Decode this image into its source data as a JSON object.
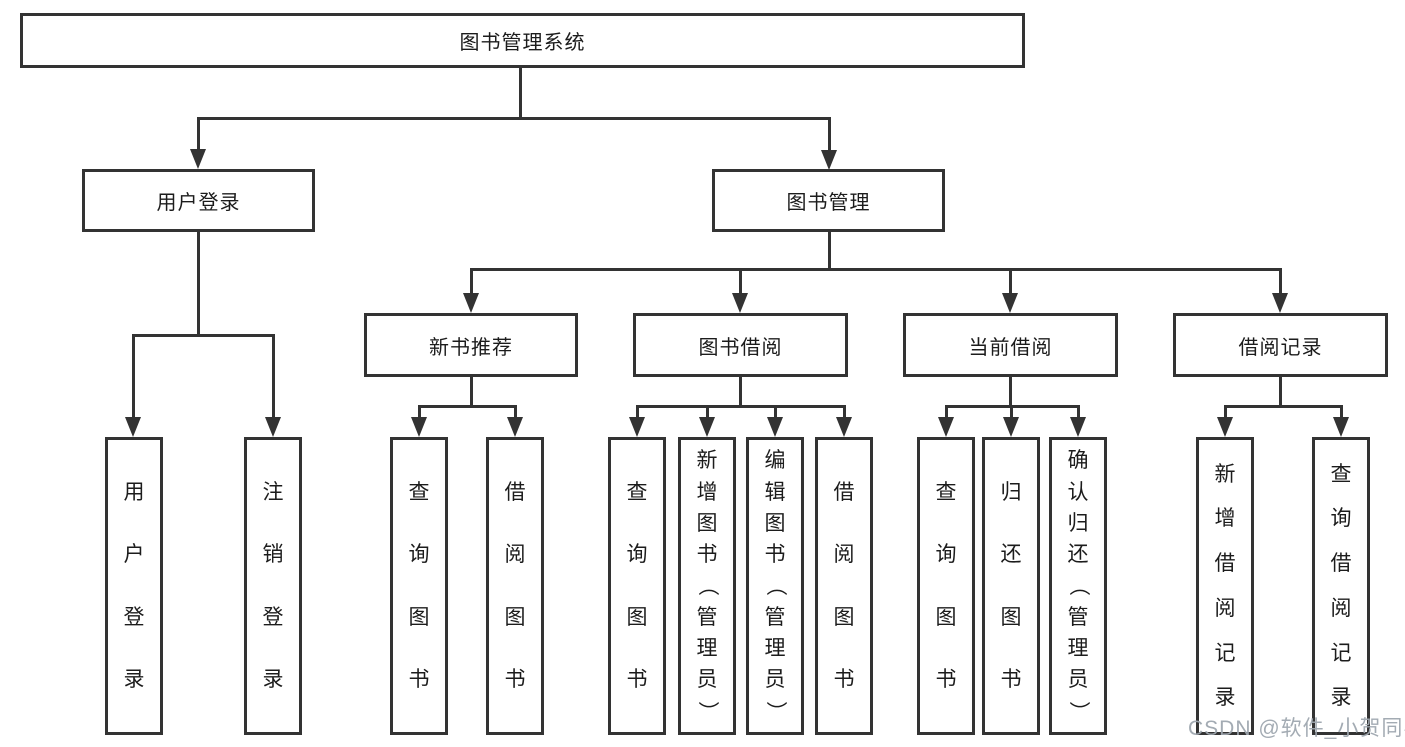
{
  "diagram": {
    "type": "tree",
    "orientation": "top-down",
    "tree": {
      "root": {
        "label": "图书管理系统",
        "children": [
          {
            "label": "用户登录",
            "children": [
              {
                "label": "用户登录"
              },
              {
                "label": "注销登录"
              }
            ]
          },
          {
            "label": "图书管理",
            "children": [
              {
                "label": "新书推荐",
                "children": [
                  {
                    "label": "查询图书"
                  },
                  {
                    "label": "借阅图书"
                  }
                ]
              },
              {
                "label": "图书借阅",
                "children": [
                  {
                    "label": "查询图书"
                  },
                  {
                    "label": "新增图书（管理员）"
                  },
                  {
                    "label": "编辑图书（管理员）"
                  },
                  {
                    "label": "借阅图书"
                  }
                ]
              },
              {
                "label": "当前借阅",
                "children": [
                  {
                    "label": "查询图书"
                  },
                  {
                    "label": "归还图书"
                  },
                  {
                    "label": "确认归还（管理员）"
                  }
                ]
              },
              {
                "label": "借阅记录",
                "children": [
                  {
                    "label": "新增借阅记录"
                  },
                  {
                    "label": "查询借阅记录"
                  }
                ]
              }
            ]
          }
        ]
      }
    }
  },
  "watermark": "CSDN @软件_小贺同学",
  "colors": {
    "background": "#ffffff",
    "line": "#333333",
    "text": "#1c1c1c",
    "node_fill": "#ffffff",
    "watermark": "#9ea6af"
  }
}
